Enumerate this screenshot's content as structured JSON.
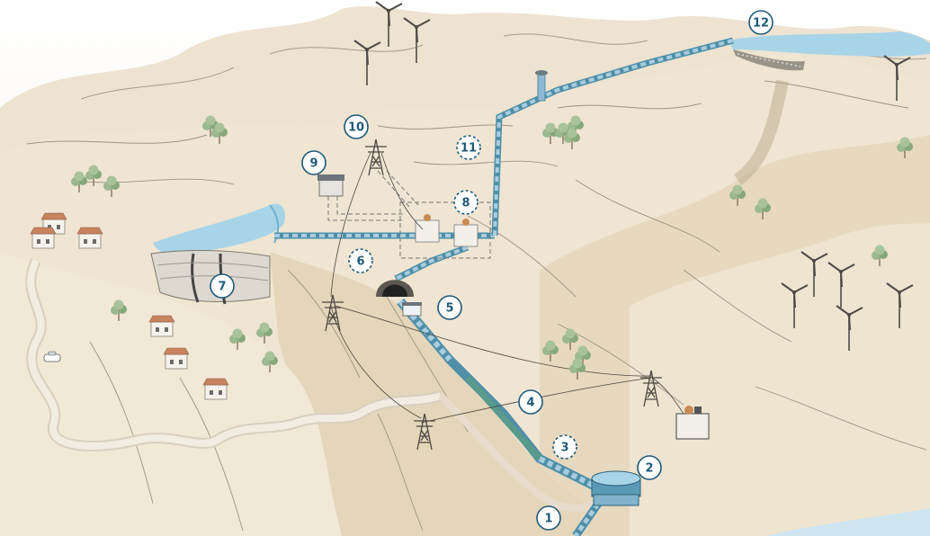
{
  "diagram": {
    "markers": [
      {
        "id": "m1",
        "label": "1",
        "style": "solid"
      },
      {
        "id": "m2",
        "label": "2",
        "style": "solid"
      },
      {
        "id": "m3",
        "label": "3",
        "style": "dashed"
      },
      {
        "id": "m4",
        "label": "4",
        "style": "solid"
      },
      {
        "id": "m5",
        "label": "5",
        "style": "solid"
      },
      {
        "id": "m6",
        "label": "6",
        "style": "dashed"
      },
      {
        "id": "m7",
        "label": "7",
        "style": "solid"
      },
      {
        "id": "m8",
        "label": "8",
        "style": "dashed"
      },
      {
        "id": "m9",
        "label": "9",
        "style": "solid"
      },
      {
        "id": "m10",
        "label": "10",
        "style": "solid"
      },
      {
        "id": "m11",
        "label": "11",
        "style": "dashed"
      },
      {
        "id": "m12",
        "label": "12",
        "style": "solid"
      }
    ],
    "colors": {
      "terrain": "#f3ede2",
      "hill": "#e9dcc3",
      "hill_shade": "#d8c9ac",
      "sketch": "#8c8478",
      "water": "#a8d4e8",
      "pipe": "#8fb8d2",
      "pipe_dark": "#4f8fa8",
      "penstock": "#5a9a8c",
      "marker": "#1f5a7a",
      "tree": "#8fae84",
      "roof": "#c9825e",
      "house": "#f4f0ea",
      "road": "#ede6da",
      "sea": "#cfe6f0"
    },
    "icons": [
      "wind-turbine-icon",
      "pylon-icon",
      "tree-icon",
      "house-icon",
      "car-icon",
      "transformer-icon",
      "dam-icon",
      "tunnel-icon",
      "surge-tank-icon",
      "reservoir-icon",
      "power-station-icon"
    ]
  }
}
